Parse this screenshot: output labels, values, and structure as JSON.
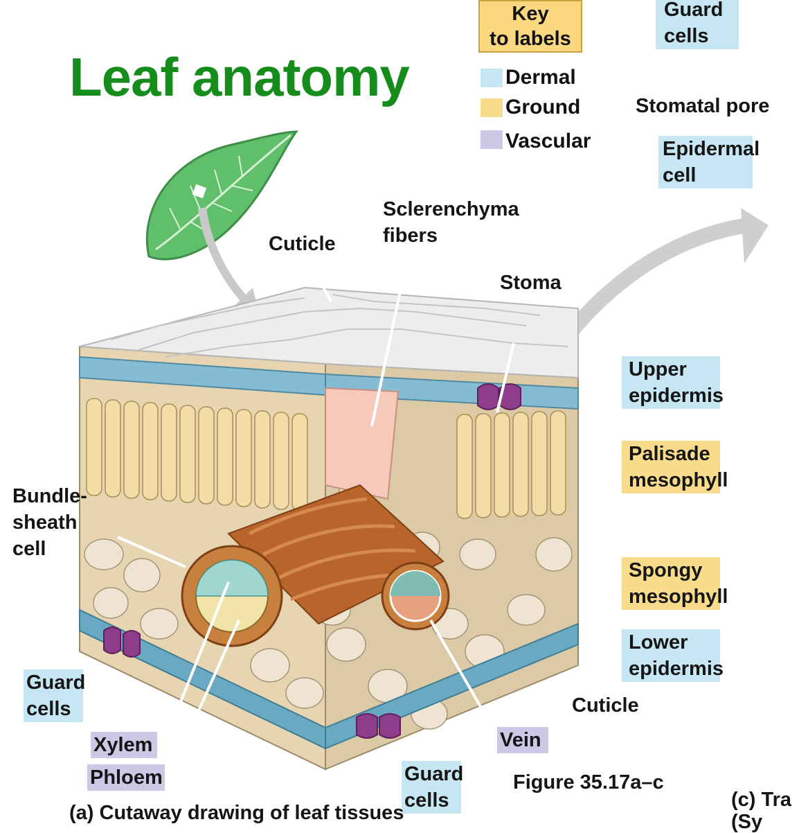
{
  "title": "Leaf anatomy",
  "key": {
    "heading": "Key\nto labels",
    "items": [
      {
        "label": "Dermal",
        "color": "#c6e6f3"
      },
      {
        "label": "Ground",
        "color": "#f9dc8b"
      },
      {
        "label": "Vascular",
        "color": "#cec8e6"
      }
    ]
  },
  "labels": {
    "guard_cells_top": "Guard\ncells",
    "stomatal_pore": "Stomatal pore",
    "epidermal_cell": "Epidermal\ncell",
    "sclerenchyma_fibers": "Sclerenchyma\nfibers",
    "cuticle_top": "Cuticle",
    "stoma": "Stoma",
    "upper_epidermis": "Upper\nepidermis",
    "palisade_mesophyll": "Palisade\nmesophyll",
    "spongy_mesophyll": "Spongy\nmesophyll",
    "lower_epidermis": "Lower\nepidermis",
    "cuticle_bottom": "Cuticle",
    "bundle_sheath_cell": "Bundle-\nsheath\ncell",
    "guard_cells_left": "Guard\ncells",
    "xylem": "Xylem",
    "phloem": "Phloem",
    "guard_cells_bottom": "Guard\ncells",
    "vein": "Vein",
    "figure_ref": "Figure 35.17a–c",
    "caption": "(a) Cutaway drawing of leaf tissues",
    "caption_c": "(c) Tra\n(Sy"
  },
  "colors": {
    "title": "#158c1c",
    "leaf": "#5fbf6a",
    "cuticle": "#e9e9e9",
    "epidermis": "#86bcd3",
    "mesophyll": "#f1ddb6",
    "vein": "#b8642a",
    "stoma": "#8e3d8a"
  }
}
